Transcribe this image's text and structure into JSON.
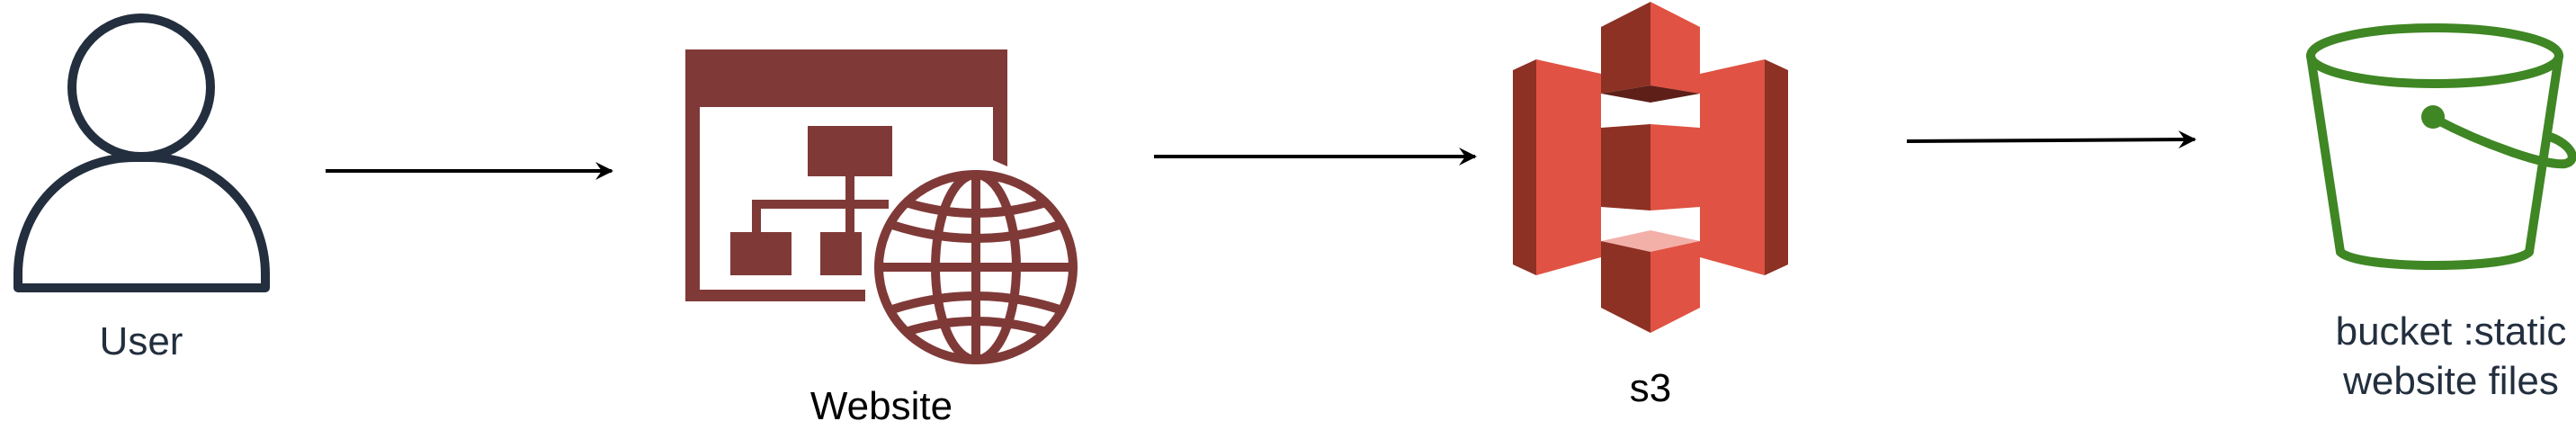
{
  "nodes": [
    {
      "id": "user",
      "label": "User",
      "icon": "user-icon"
    },
    {
      "id": "website",
      "label": "Website",
      "icon": "website-globe-icon"
    },
    {
      "id": "s3",
      "label": "s3",
      "icon": "aws-s3-icon"
    },
    {
      "id": "bucket",
      "label_lines": [
        "bucket :static",
        "website files"
      ],
      "icon": "bucket-icon"
    }
  ],
  "edges": [
    {
      "from": "user",
      "to": "website"
    },
    {
      "from": "website",
      "to": "s3"
    },
    {
      "from": "s3",
      "to": "bucket"
    }
  ],
  "colors": {
    "user": "#232F3E",
    "website": "#7F3A38",
    "s3_main": "#E05243",
    "s3_dark": "#8C3123",
    "s3_light": "#F2B0A9",
    "bucket": "#3F8624",
    "arrow": "#000000",
    "label": "#232F3E"
  }
}
